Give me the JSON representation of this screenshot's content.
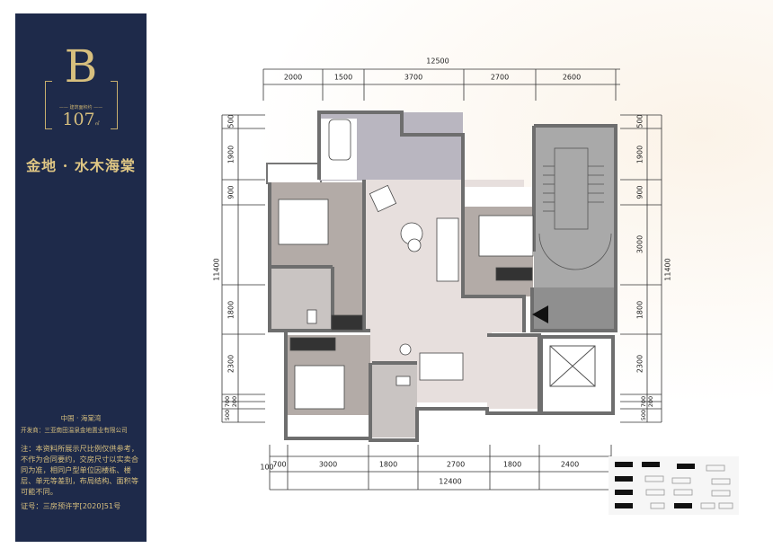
{
  "panel": {
    "unit_letter": "B",
    "tagline": "—— 建筑面积约 ——",
    "area_value": "107",
    "area_unit": "㎡",
    "brand": "金地 · 水木海棠",
    "location": "中国 · 海棠湾",
    "developer": "开发商：三亚南田温泉金地置业有限公司",
    "note": "注：本资料所展示尺比例仅供参考，不作为合同要约，交房尺寸以实卖合同为准，相同户型单位因楼栋、楼层、单元等差别，布局结构、面积等可能不同。",
    "license": "证号：三房预许字[2020]51号"
  },
  "dimensions": {
    "top_total": "12500",
    "top": [
      "2000",
      "1500",
      "3700",
      "2700",
      "2600"
    ],
    "bottom_total": "12400",
    "bottom_offset": "100",
    "bottom": [
      "700",
      "3000",
      "1800",
      "2700",
      "1800",
      "2400"
    ],
    "left_total": "11400",
    "left": [
      "500",
      "1900",
      "900",
      "1800",
      "2300",
      "700",
      "200",
      "500"
    ],
    "right_total": "11400",
    "right": [
      "500",
      "1900",
      "900",
      "3000",
      "1800",
      "2300",
      "700",
      "200",
      "500"
    ]
  },
  "colors": {
    "panel": "#1e2a4a",
    "gold": "#d7bf7e",
    "wall": "#6e6e6e",
    "bedroom_floor": "#b3aba7",
    "living_floor": "#e7dfdd",
    "core_floor": "#a9a9a9",
    "laundry_floor": "#b9b6c0"
  }
}
